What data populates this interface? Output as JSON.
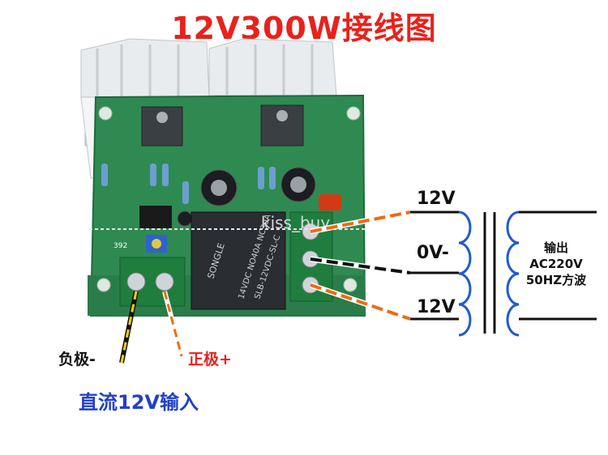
{
  "title": "12V300W接线图",
  "transformer": {
    "tap_top": "12V",
    "tap_center": "0V-",
    "tap_bottom": "12V",
    "output_line1": "输出",
    "output_line2": "AC220V",
    "output_line3": "50HZ方波"
  },
  "input": {
    "negative": "负极-",
    "positive": "正极+",
    "caption": "直流12V输入"
  },
  "board": {
    "relay_text_1": "SLB-12VDC-SL-C",
    "relay_text_2": "14VDC NO40A NC30A",
    "relay_brand": "SONGLE",
    "pot_text": "392",
    "watermark": "kiss_buy"
  },
  "colors": {
    "title": "#e8221b",
    "coil": "#1f5bd1",
    "wire_orange": "#f06a14",
    "wire_black": "#111111",
    "wire_yellow": "#f2d200",
    "caption_blue": "#2140c8",
    "pcb_green": "#2f8a52"
  }
}
